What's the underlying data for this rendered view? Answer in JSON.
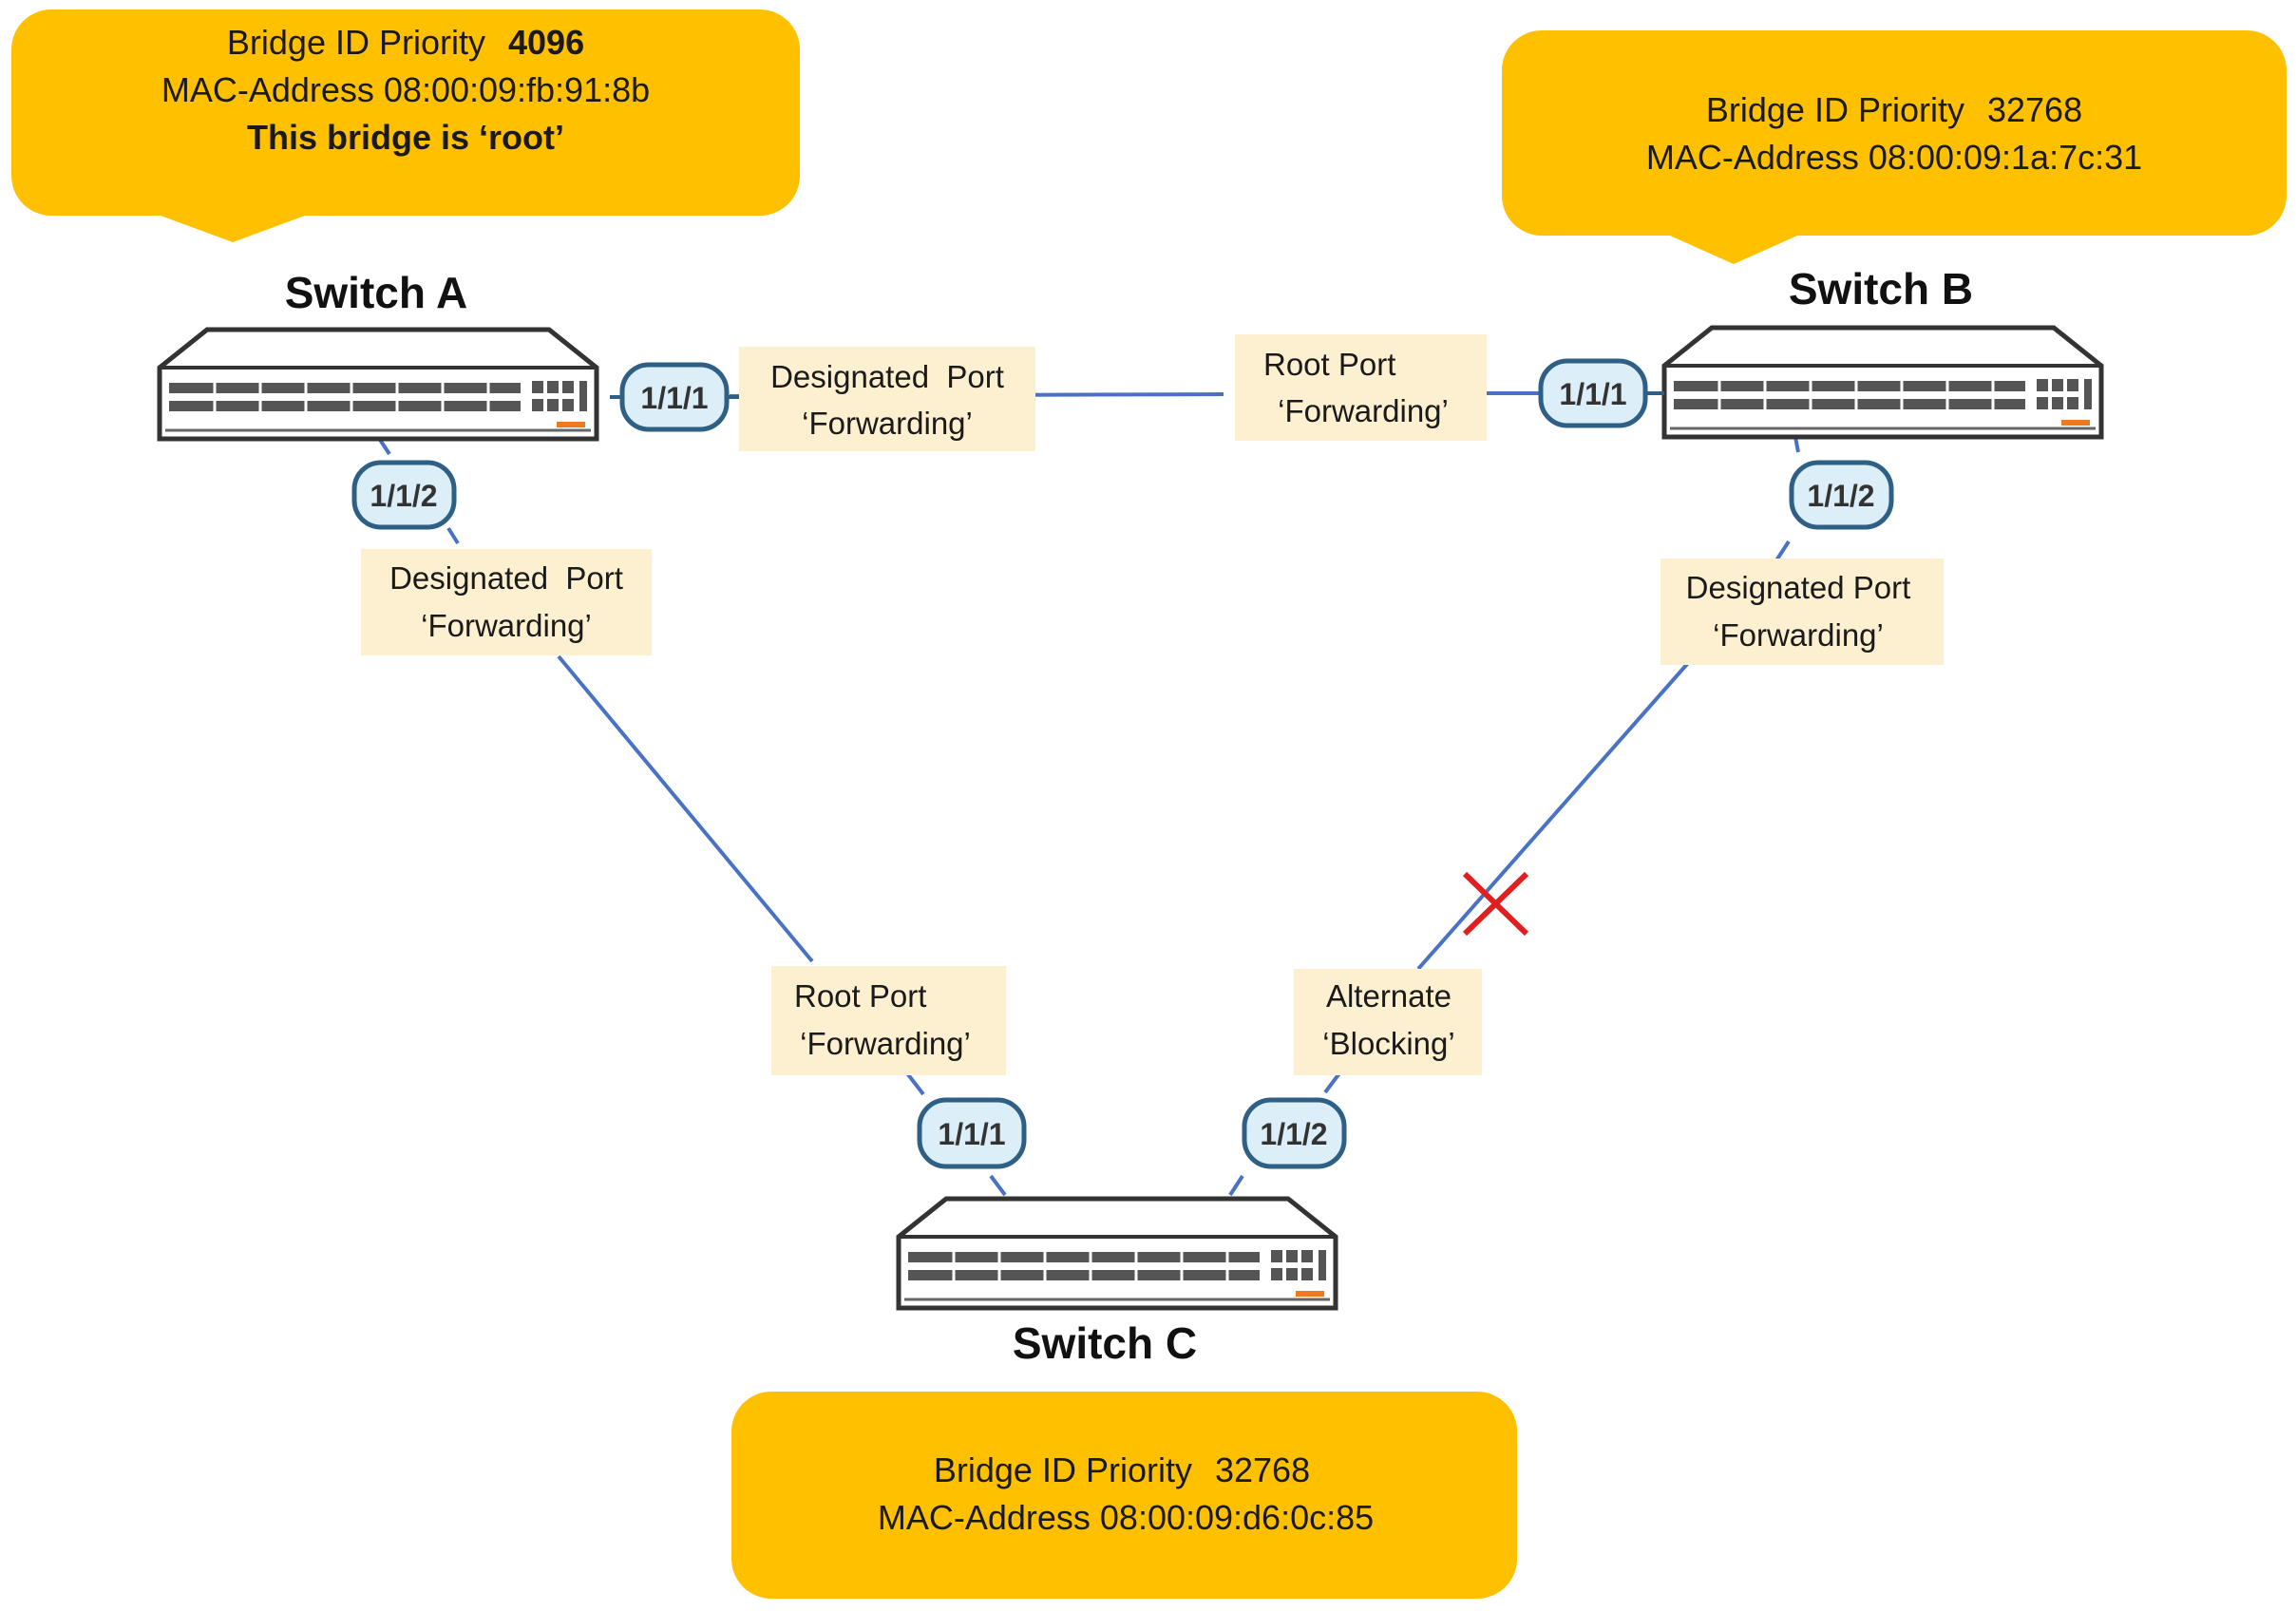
{
  "switches": {
    "a": {
      "name": "Switch A"
    },
    "b": {
      "name": "Switch B"
    },
    "c": {
      "name": "Switch C"
    }
  },
  "callouts": {
    "a": {
      "priority_label": "Bridge ID Priority",
      "priority_value": "4096",
      "mac": "MAC-Address 08:00:09:fb:91:8b",
      "root_note": "This bridge is ‘root’"
    },
    "b": {
      "priority_label": "Bridge ID Priority",
      "priority_value": "32768",
      "mac": "MAC-Address 08:00:09:1a:7c:31"
    },
    "c": {
      "priority_label": "Bridge ID Priority",
      "priority_value": "32768",
      "mac": "MAC-Address 08:00:09:d6:0c:85"
    }
  },
  "ports": {
    "a_1": "1/1/1",
    "a_2": "1/1/2",
    "b_1": "1/1/1",
    "b_2": "1/1/2",
    "c_1": "1/1/1",
    "c_2": "1/1/2"
  },
  "port_states": {
    "a_1": {
      "role": "Designated  Port",
      "state": "‘Forwarding’"
    },
    "b_1": {
      "role": "Root Port",
      "state": "‘Forwarding’"
    },
    "a_2": {
      "role": "Designated  Port",
      "state": "‘Forwarding’"
    },
    "b_2": {
      "role": "Designated Port",
      "state": "‘Forwarding’"
    },
    "c_1": {
      "role": "Root Port",
      "state": "‘Forwarding’"
    },
    "c_2": {
      "role": "Alternate",
      "state": "‘Blocking’"
    }
  },
  "colors": {
    "callout": "#FFC000",
    "label_bg": "#FDF0D0",
    "link": "#4A72C4",
    "port_fill": "#DCEEF8",
    "port_stroke": "#2E5F85",
    "blocked_mark": "#E02020"
  },
  "icons": {
    "switch": "network-switch-icon",
    "blocked": "blocked-x-icon"
  }
}
